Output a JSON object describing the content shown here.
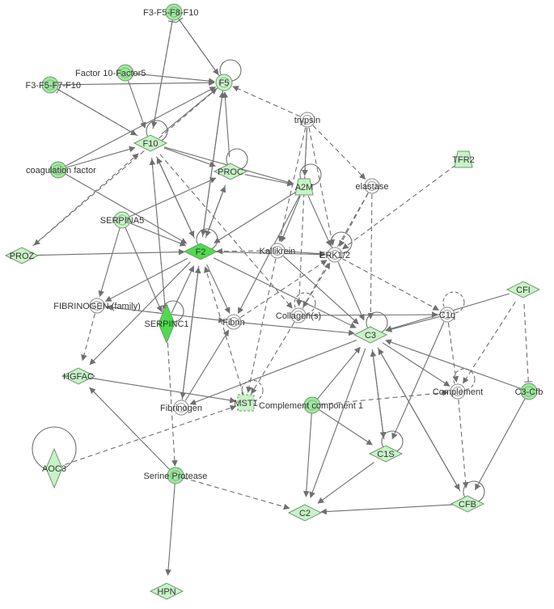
{
  "colors": {
    "edge": "#6f6f6f",
    "node_light": "#c8f2c8",
    "node_mid": "#9ee89e",
    "node_strong": "#4ddc4d",
    "node_white": "#ffffff",
    "node_stroke": "#6f9a6f"
  },
  "nodes": [
    {
      "id": "f3f5f8f10",
      "label": "F3-F5-F8-F10",
      "shape": "circle",
      "fill": "mid"
    },
    {
      "id": "factor10",
      "label": "Factor 10-Factor5",
      "shape": "circle",
      "fill": "mid"
    },
    {
      "id": "f3f5f7f10",
      "label": "F3-F5-F7-F10",
      "shape": "circle",
      "fill": "mid"
    },
    {
      "id": "f5",
      "label": "F5",
      "shape": "circle",
      "fill": "light"
    },
    {
      "id": "trypsin",
      "label": "trypsin",
      "shape": "double-circle",
      "fill": "white"
    },
    {
      "id": "f10",
      "label": "F10",
      "shape": "diamond",
      "fill": "light"
    },
    {
      "id": "tfr2",
      "label": "TFR2",
      "shape": "trapezoid",
      "fill": "light"
    },
    {
      "id": "coag",
      "label": "coagulation factor",
      "shape": "circle",
      "fill": "mid"
    },
    {
      "id": "proc",
      "label": "PROC",
      "shape": "diamond",
      "fill": "light"
    },
    {
      "id": "a2m",
      "label": "A2M",
      "shape": "trapezoid",
      "fill": "light"
    },
    {
      "id": "elastase",
      "label": "elastase",
      "shape": "double-circle",
      "fill": "white"
    },
    {
      "id": "serpina5",
      "label": "SERPINA5",
      "shape": "circle",
      "fill": "light"
    },
    {
      "id": "proz",
      "label": "PROZ",
      "shape": "diamond",
      "fill": "light"
    },
    {
      "id": "f2",
      "label": "F2",
      "shape": "diamond",
      "fill": "strong"
    },
    {
      "id": "kallikrein",
      "label": "Kallikrein",
      "shape": "double-circle",
      "fill": "white"
    },
    {
      "id": "erk",
      "label": "ERK1/2",
      "shape": "double-circle",
      "fill": "white"
    },
    {
      "id": "fibfam",
      "label": "FIBRINOGEN (family)",
      "shape": "double-circle",
      "fill": "white"
    },
    {
      "id": "serpinc1",
      "label": "SERPINC1",
      "shape": "tall-diamond",
      "fill": "strong"
    },
    {
      "id": "fibrin",
      "label": "Fibrin",
      "shape": "double-circle",
      "fill": "white"
    },
    {
      "id": "collagen",
      "label": "Collagen(s)",
      "shape": "double-circle",
      "fill": "white"
    },
    {
      "id": "c1q",
      "label": "C1q",
      "shape": "double-circle",
      "fill": "white"
    },
    {
      "id": "cfi",
      "label": "CFI",
      "shape": "diamond",
      "fill": "light"
    },
    {
      "id": "c3",
      "label": "C3",
      "shape": "diamond",
      "fill": "light"
    },
    {
      "id": "hgfac",
      "label": "HGFAC",
      "shape": "diamond",
      "fill": "light"
    },
    {
      "id": "complement",
      "label": "Complement",
      "shape": "double-circle",
      "fill": "white"
    },
    {
      "id": "c3cfb",
      "label": "C3-Cfb",
      "shape": "circle",
      "fill": "mid"
    },
    {
      "id": "fibrinogen",
      "label": "Fibrinogen",
      "shape": "double-circle",
      "fill": "white"
    },
    {
      "id": "mst1",
      "label": "MST1",
      "shape": "square",
      "fill": "light"
    },
    {
      "id": "cc1",
      "label": "Complement component 1",
      "shape": "circle",
      "fill": "mid"
    },
    {
      "id": "c1s",
      "label": "C1S",
      "shape": "diamond",
      "fill": "light"
    },
    {
      "id": "aoc3",
      "label": "AOC3",
      "shape": "tall-diamond",
      "fill": "light"
    },
    {
      "id": "serprot",
      "label": "Serine Protease",
      "shape": "circle",
      "fill": "mid"
    },
    {
      "id": "c2",
      "label": "C2",
      "shape": "diamond",
      "fill": "light"
    },
    {
      "id": "cfb",
      "label": "CFB",
      "shape": "diamond",
      "fill": "light"
    },
    {
      "id": "hpn",
      "label": "HPN",
      "shape": "diamond",
      "fill": "light"
    }
  ],
  "edges": [
    {
      "from": "f3f5f8f10",
      "to": "f5",
      "style": "solid",
      "end": "arrow"
    },
    {
      "from": "f3f5f8f10",
      "to": "f10",
      "style": "solid",
      "end": "arrow"
    },
    {
      "from": "factor10",
      "to": "f5",
      "style": "solid",
      "end": "arrow"
    },
    {
      "from": "factor10",
      "to": "f10",
      "style": "solid",
      "end": "arrow"
    },
    {
      "from": "f3f5f7f10",
      "to": "f5",
      "style": "solid",
      "end": "arrow"
    },
    {
      "from": "f3f5f7f10",
      "to": "f10",
      "style": "solid",
      "end": "arrow"
    },
    {
      "from": "coag",
      "to": "f5",
      "style": "solid",
      "end": "arrow"
    },
    {
      "from": "coag",
      "to": "f10",
      "style": "solid",
      "end": "arrow"
    },
    {
      "from": "coag",
      "to": "f2",
      "style": "solid",
      "end": "arrow"
    },
    {
      "from": "f10",
      "to": "f5",
      "style": "solid",
      "end": "arrow"
    },
    {
      "from": "f10",
      "to": "f2",
      "style": "solid",
      "end": "arrow"
    },
    {
      "from": "f10",
      "to": "proc",
      "style": "solid",
      "end": "arrow"
    },
    {
      "from": "f10",
      "to": "a2m",
      "style": "solid",
      "end": "arrow"
    },
    {
      "from": "f2",
      "to": "f5",
      "style": "solid",
      "end": "arrow"
    },
    {
      "from": "f2",
      "to": "f10",
      "style": "solid",
      "end": "arrow"
    },
    {
      "from": "f2",
      "to": "proc",
      "style": "solid",
      "end": "arrow"
    },
    {
      "from": "f2",
      "to": "fibrinogen",
      "style": "solid",
      "end": "arrow"
    },
    {
      "from": "f2",
      "to": "fibrin",
      "style": "solid",
      "end": "arrow"
    },
    {
      "from": "f2",
      "to": "c3",
      "style": "solid",
      "end": "arrow"
    },
    {
      "from": "f2",
      "to": "erk",
      "style": "solid",
      "end": "arrow"
    },
    {
      "from": "f2",
      "to": "fibfam",
      "style": "solid",
      "end": "arrow"
    },
    {
      "from": "f2",
      "to": "hgfac",
      "style": "solid",
      "end": "arrow"
    },
    {
      "from": "proz",
      "to": "f2",
      "style": "solid",
      "end": "arrow"
    },
    {
      "from": "proz",
      "to": "f10",
      "style": "dashed",
      "end": "arrow"
    },
    {
      "from": "serpina5",
      "to": "f2",
      "style": "solid",
      "end": "arrow"
    },
    {
      "from": "serpina5",
      "to": "proc",
      "style": "solid",
      "end": "arrow"
    },
    {
      "from": "serpina5",
      "to": "serpinc1",
      "style": "solid",
      "end": "arrow"
    },
    {
      "from": "serpina5",
      "to": "fibfam",
      "style": "solid",
      "end": "arrow"
    },
    {
      "from": "proc",
      "to": "f5",
      "style": "solid",
      "end": "arrow"
    },
    {
      "from": "proc",
      "to": "f2",
      "style": "solid",
      "end": "arrow"
    },
    {
      "from": "proc",
      "to": "a2m",
      "style": "solid",
      "end": "arrow"
    },
    {
      "from": "serpinc1",
      "to": "f2",
      "style": "solid",
      "end": "arrow"
    },
    {
      "from": "serpinc1",
      "to": "f10",
      "style": "dashed",
      "end": "arrow"
    },
    {
      "from": "serpinc1",
      "to": "serprot",
      "style": "dashed",
      "end": "arrow"
    },
    {
      "from": "trypsin",
      "to": "f5",
      "style": "dashed",
      "end": "arrow"
    },
    {
      "from": "trypsin",
      "to": "a2m",
      "style": "solid",
      "end": "arrow"
    },
    {
      "from": "trypsin",
      "to": "elastase",
      "style": "dashed",
      "end": "arrow"
    },
    {
      "from": "trypsin",
      "to": "erk",
      "style": "dashed",
      "end": "arrow"
    },
    {
      "from": "trypsin",
      "to": "kallikrein",
      "style": "dashed",
      "end": "arrow"
    },
    {
      "from": "trypsin",
      "to": "collagen",
      "style": "dashed",
      "end": "arrow"
    },
    {
      "from": "a2m",
      "to": "f2",
      "style": "solid",
      "end": "arrow"
    },
    {
      "from": "a2m",
      "to": "kallikrein",
      "style": "solid",
      "end": "arrow"
    },
    {
      "from": "a2m",
      "to": "erk",
      "style": "solid",
      "end": "arrow"
    },
    {
      "from": "a2m",
      "to": "fibrin",
      "style": "solid",
      "end": "arrow"
    },
    {
      "from": "elastase",
      "to": "erk",
      "style": "dashed",
      "end": "arrow"
    },
    {
      "from": "elastase",
      "to": "c3",
      "style": "dashed",
      "end": "arrow"
    },
    {
      "from": "elastase",
      "to": "collagen",
      "style": "dashed",
      "end": "arrow"
    },
    {
      "from": "kallikrein",
      "to": "f2",
      "style": "dashed",
      "end": "arrow"
    },
    {
      "from": "kallikrein",
      "to": "erk",
      "style": "solid",
      "end": "arrow"
    },
    {
      "from": "kallikrein",
      "to": "c3",
      "style": "solid",
      "end": "arrow"
    },
    {
      "from": "kallikrein",
      "to": "mst1",
      "style": "dashed",
      "end": "arrow"
    },
    {
      "from": "tfr2",
      "to": "erk",
      "style": "dashed",
      "end": "arrow"
    },
    {
      "from": "erk",
      "to": "c1q",
      "style": "dashed",
      "end": "arrow"
    },
    {
      "from": "erk",
      "to": "c3",
      "style": "solid",
      "end": "arrow"
    },
    {
      "from": "collagen",
      "to": "erk",
      "style": "dashed",
      "end": "arrow"
    },
    {
      "from": "collagen",
      "to": "mst1",
      "style": "dashed",
      "end": "arrow"
    },
    {
      "from": "collagen",
      "to": "c1q",
      "style": "solid",
      "end": "arrow"
    },
    {
      "from": "fibrin",
      "to": "erk",
      "style": "dashed",
      "end": "arrow"
    },
    {
      "from": "fibrin",
      "to": "c3",
      "style": "solid",
      "end": "arrow"
    },
    {
      "from": "fibrin",
      "to": "fibfam",
      "style": "dashed",
      "end": "arrow"
    },
    {
      "from": "fibfam",
      "to": "hgfac",
      "style": "dashed",
      "end": "arrow"
    },
    {
      "from": "fibfam",
      "to": "fibrin",
      "style": "dashed",
      "end": "arrow"
    },
    {
      "from": "c1q",
      "to": "c3",
      "style": "solid",
      "end": "arrow"
    },
    {
      "from": "c1q",
      "to": "complement",
      "style": "dashed",
      "end": "arrow"
    },
    {
      "from": "c1q",
      "to": "c1s",
      "style": "solid",
      "end": "arrow"
    },
    {
      "from": "cfi",
      "to": "c3",
      "style": "solid",
      "end": "arrow"
    },
    {
      "from": "cfi",
      "to": "complement",
      "style": "dashed",
      "end": "arrow"
    },
    {
      "from": "cfi",
      "to": "c3cfb",
      "style": "dashed",
      "end": "inhibit"
    },
    {
      "from": "c3",
      "to": "complement",
      "style": "solid",
      "end": "arrow"
    },
    {
      "from": "c3",
      "to": "c2",
      "style": "solid",
      "end": "arrow"
    },
    {
      "from": "c3",
      "to": "c1s",
      "style": "solid",
      "end": "arrow"
    },
    {
      "from": "c3",
      "to": "cfb",
      "style": "solid",
      "end": "arrow"
    },
    {
      "from": "c3",
      "to": "fibrinogen",
      "style": "solid",
      "end": "arrow"
    },
    {
      "from": "c3cfb",
      "to": "c3",
      "style": "solid",
      "end": "arrow"
    },
    {
      "from": "c3cfb",
      "to": "cfb",
      "style": "solid",
      "end": "arrow"
    },
    {
      "from": "complement",
      "to": "cfb",
      "style": "dashed",
      "end": "arrow"
    },
    {
      "from": "cc1",
      "to": "c3",
      "style": "solid",
      "end": "arrow"
    },
    {
      "from": "cc1",
      "to": "c1s",
      "style": "solid",
      "end": "arrow"
    },
    {
      "from": "cc1",
      "to": "c2",
      "style": "solid",
      "end": "arrow"
    },
    {
      "from": "cc1",
      "to": "complement",
      "style": "dashed",
      "end": "arrow"
    },
    {
      "from": "c1s",
      "to": "c2",
      "style": "solid",
      "end": "arrow"
    },
    {
      "from": "c1s",
      "to": "c3",
      "style": "solid",
      "end": "arrow"
    },
    {
      "from": "cfb",
      "to": "c2",
      "style": "solid",
      "end": "arrow"
    },
    {
      "from": "cfb",
      "to": "c3",
      "style": "solid",
      "end": "arrow"
    },
    {
      "from": "fibrinogen",
      "to": "f2",
      "style": "solid",
      "end": "arrow"
    },
    {
      "from": "fibrinogen",
      "to": "fibrin",
      "style": "solid",
      "end": "arrow"
    },
    {
      "from": "hgfac",
      "to": "mst1",
      "style": "solid",
      "end": "arrow"
    },
    {
      "from": "serprot",
      "to": "hgfac",
      "style": "solid",
      "end": "arrow"
    },
    {
      "from": "serprot",
      "to": "c2",
      "style": "dashed",
      "end": "arrow"
    },
    {
      "from": "serprot",
      "to": "hpn",
      "style": "solid",
      "end": "arrow"
    },
    {
      "from": "aoc3",
      "to": "mst1",
      "style": "dashed",
      "end": "arrow"
    },
    {
      "from": "mst1",
      "to": "f2",
      "style": "dashed",
      "end": "arrow"
    },
    {
      "from": "f10",
      "to": "f3f5f8f10",
      "style": "dashed",
      "end": "inhibit"
    },
    {
      "from": "f10",
      "to": "f3f5f7f10",
      "style": "dashed",
      "end": "inhibit"
    },
    {
      "from": "f10",
      "to": "serpinc1",
      "style": "dashed",
      "end": "arrow"
    },
    {
      "from": "f10",
      "to": "collagen",
      "style": "dashed",
      "end": "arrow"
    },
    {
      "from": "f5",
      "to": "f3f5f8f10",
      "style": "dashed",
      "end": "inhibit"
    },
    {
      "from": "f5",
      "to": "proz",
      "style": "dashed",
      "end": "arrow"
    },
    {
      "from": "f5",
      "to": "f2",
      "style": "solid",
      "end": "arrow"
    }
  ],
  "loops": [
    "f5",
    "f10",
    "proc",
    "a2m",
    "f2",
    "erk",
    "serpinc1",
    "c3",
    "c1q",
    "complement",
    "mst1",
    "collagen",
    "c1s",
    "cfb",
    "aoc3"
  ]
}
